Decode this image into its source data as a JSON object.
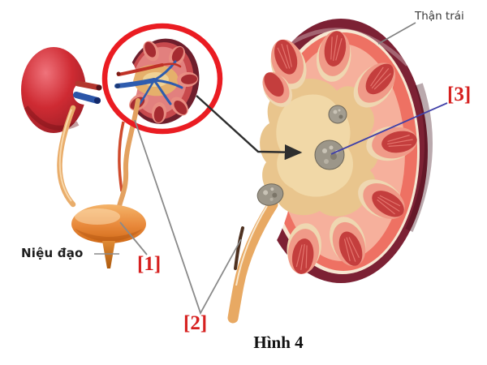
{
  "figure": {
    "caption": "Hình 4"
  },
  "labels": {
    "left_kidney": "Thận trái",
    "urethra": "Niệu đạo",
    "marker1": "[1]",
    "marker2": "[2]",
    "marker3": "[3]"
  },
  "palette": {
    "background": "#ffffff",
    "marker_red": "#d6201f",
    "highlight_circle_red": "#ea1c22",
    "pointer_gray": "#8a8a8a",
    "pointer_blue": "#4040a8",
    "arrow_black": "#2e2e2e",
    "label_text": "#3a3a3a",
    "kidney_red": "#cf2b33",
    "capsule_maroon": "#7c2134",
    "cortex_salmon": "#ee7163",
    "pelvis_tan": "#e9c58d",
    "stone_gray": "#9c9689",
    "bladder_orange": "#e8883a"
  }
}
